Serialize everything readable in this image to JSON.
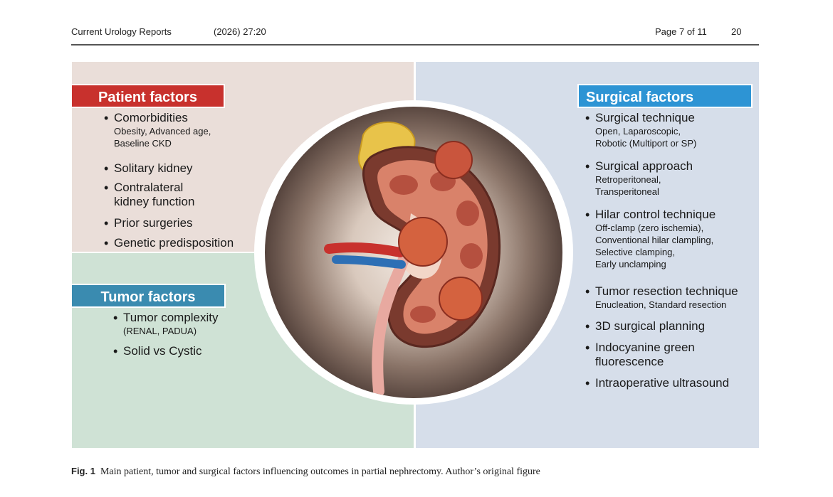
{
  "header": {
    "journal": "Current Urology Reports",
    "issue": "(2026) 27:20",
    "page": "Page 7 of 11",
    "article_no": "20"
  },
  "patient": {
    "title": "Patient factors",
    "items": [
      {
        "main": "Comorbidities",
        "sub": [
          "Obesity, Advanced age,",
          "Baseline CKD"
        ]
      },
      {
        "main": "Solitary kidney"
      },
      {
        "main": "Contralateral",
        "main2": "kidney function"
      },
      {
        "main": "Prior surgeries"
      },
      {
        "main": "Genetic predisposition"
      }
    ]
  },
  "tumor": {
    "title": "Tumor factors",
    "items": [
      {
        "main": "Tumor complexity",
        "sub": [
          "(RENAL, PADUA)"
        ]
      },
      {
        "main": "Solid vs Cystic"
      }
    ]
  },
  "surgical": {
    "title": "Surgical factors",
    "items": [
      {
        "main": "Surgical technique",
        "sub": [
          "Open, Laparoscopic,",
          "Robotic (Multiport or SP)"
        ]
      },
      {
        "main": "Surgical approach",
        "sub": [
          "Retroperitoneal,",
          "Transperitoneal"
        ]
      },
      {
        "main": "Hilar control technique",
        "sub": [
          "Off-clamp (zero ischemia),",
          "Conventional hilar clampling,",
          "Selective clamping,",
          "Early unclamping"
        ]
      },
      {
        "main": "Tumor resection technique",
        "sub": [
          "Enucleation, Standard resection"
        ]
      },
      {
        "main": "3D surgical planning"
      },
      {
        "main": "Indocyanine green",
        "main2": "fluorescence"
      },
      {
        "main": "Intraoperative ultrasound"
      }
    ]
  },
  "caption": {
    "label": "Fig. 1",
    "text": "Main patient, tumor and surgical factors influencing outcomes in partial nephrectomy. Author’s original figure"
  },
  "colors": {
    "patient_title": "#c8312d",
    "tumor_title": "#3a8bb0",
    "surgical_title": "#2d94d4",
    "patient_bg": "#eaded9",
    "tumor_bg": "#cfe2d5",
    "surgical_bg": "#d6deea"
  }
}
